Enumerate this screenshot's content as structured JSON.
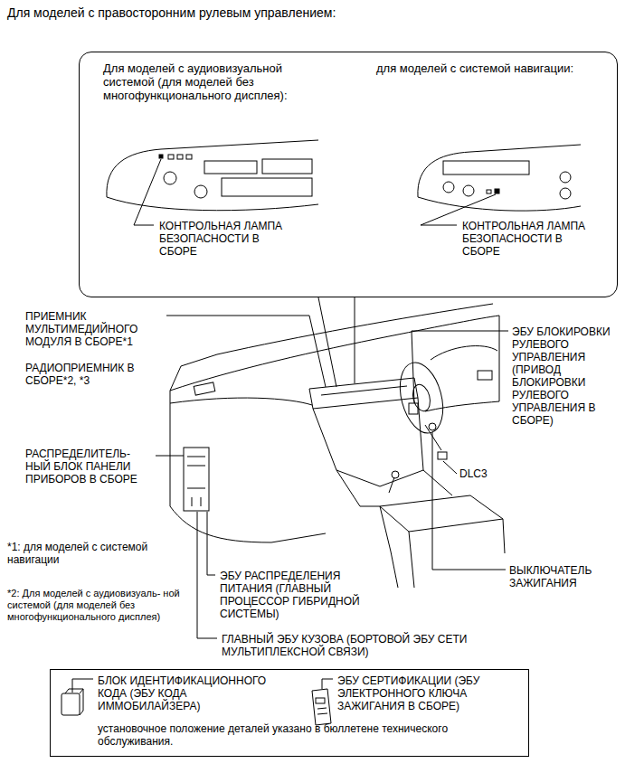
{
  "diagram": {
    "title": "Для моделей с правосторонним рулевым управлением:",
    "nodes": [
      {
        "text": [
          "Для моделей с аудиовизуальной системой (для моделей без многофункционального дисплея):",
          "для моделей с системой навигации:",
          "КОНТРОЛЬНАЯ ЛАМПА БЕЗОПАСНОСТИ В СБОРЕ",
          "КОНТРОЛЬНАЯ ЛАМПА БЕЗОПАСНОСТИ В СБОРЕ"
        ]
      },
      {
        "text": [
          "БЛОК ИДЕНТИФИКАЦИОННОГО КОДА (ЭБУ КОДА ИММОБИЛАЙЗЕРА)",
          "ЭБУ СЕРТИФИКАЦИИ (ЭБУ ЭЛЕКТРОННОГО КЛЮЧА ЗАЖИГАНИЯ В СБОРЕ)",
          "установочное положение деталей указано в бюллетене технического обслуживания."
        ]
      }
    ],
    "labels": [
      "ПРИЕМНИК МУЛЬТИМЕДИЙНОГО МОДУЛЯ В СБОРЕ*1",
      "РАДИОПРИЕМНИК В СБОРЕ*2, *3",
      "ЭБУ БЛОКИРОВКИ РУЛЕВОГО УПРАВЛЕНИЯ (ПРИВОД БЛОКИРОВКИ РУЛЕВОГО УПРАВЛЕНИЯ В СБОРЕ)",
      "РАСПРЕДЕЛИТЕЛЬ- НЫЙ БЛОК ПАНЕЛИ ПРИБОРОВ В СБОРЕ",
      "DLC3",
      "*1: для моделей с системой навигации",
      "ЭБУ РАСПРЕДЕЛЕНИЯ ПИТАНИЯ (ГЛАВНЫЙ ПРОЦЕССОР ГИБРИДНОЙ СИСТЕМЫ)",
      "ВЫКЛЮЧАТЕЛЬ ЗАЖИГАНИЯ",
      "*2: Для моделей с аудиовизуаль- ной системой (для моделей без многофункционального дисплея)",
      "ГЛАВНЫЙ ЭБУ КУЗОВА (БОРТОВОЙ ЭБУ СЕТИ МУЛЬТИПЛЕКСНОЙ СВЯЗИ)"
    ]
  }
}
